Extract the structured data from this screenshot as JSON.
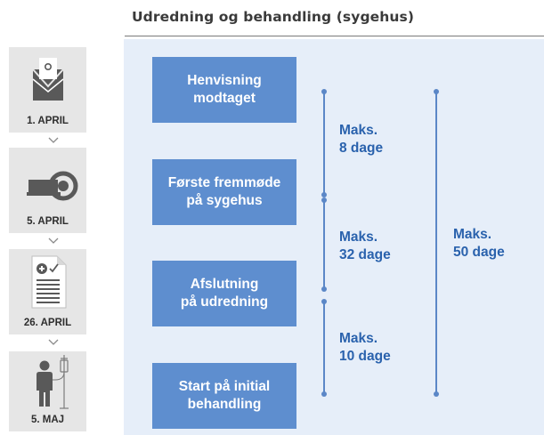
{
  "title": "Udredning og behandling (sygehus)",
  "timeline": [
    {
      "date": "1. APRIL",
      "icon": "envelope-icon"
    },
    {
      "date": "5. APRIL",
      "icon": "patient-scanner-icon"
    },
    {
      "date": "26. APRIL",
      "icon": "medical-report-icon"
    },
    {
      "date": "5. MAJ",
      "icon": "patient-iv-drip-icon"
    }
  ],
  "steps": [
    {
      "line1": "Henvisning",
      "line2": "modtaget"
    },
    {
      "line1": "Første fremmøde",
      "line2": "på sygehus"
    },
    {
      "line1": "Afslutning",
      "line2": "på udredning"
    },
    {
      "line1": "Start på initial",
      "line2": "behandling"
    }
  ],
  "durations": [
    {
      "line1": "Maks.",
      "line2": "8 dage"
    },
    {
      "line1": "Maks.",
      "line2": "32 dage"
    },
    {
      "line1": "Maks.",
      "line2": "10 dage"
    },
    {
      "line1": "Maks.",
      "line2": "50 dage"
    }
  ],
  "colors": {
    "panel": "#e6eef9",
    "step_box": "#5e8ecf",
    "accent_text": "#2a62ad",
    "line": "#5b87c7",
    "card": "#e6e6e6",
    "icon": "#595959"
  }
}
